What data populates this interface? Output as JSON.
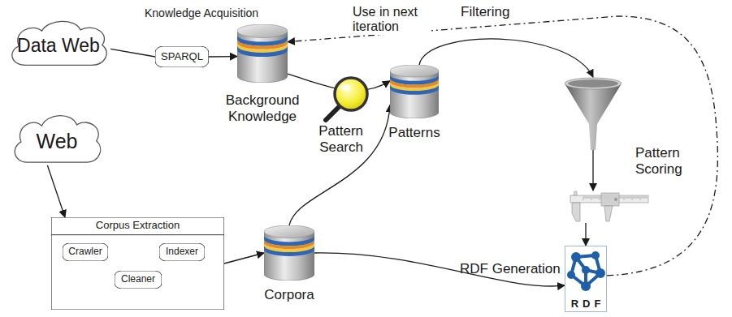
{
  "diagram": {
    "nodes": [
      {
        "text": [
          "Data Web"
        ]
      },
      {
        "text": [
          "SPARQL"
        ]
      },
      {
        "text": [
          "Background Knowledge"
        ]
      },
      {
        "text": [
          "Patterns"
        ]
      },
      {
        "text": [
          "Filtering"
        ]
      },
      {
        "text": [
          "Pattern Scoring"
        ]
      },
      {
        "text": [
          "Web"
        ]
      },
      {
        "text": [
          "Corpus Extraction"
        ]
      },
      {
        "text": [
          "Crawler"
        ],
        "in": 7
      },
      {
        "text": [
          "Indexer"
        ],
        "in": 7
      },
      {
        "text": [
          "Cleaner"
        ],
        "in": 7
      },
      {
        "text": [
          "Corpora"
        ]
      },
      {
        "text": [
          "RDF"
        ]
      }
    ],
    "edges": [
      {
        "from": 0,
        "to": 1,
        "arrow": "none"
      },
      {
        "from": 1,
        "to": 2,
        "arrow": "to"
      },
      {
        "from": 2,
        "to": 3,
        "arrow": "to",
        "label": "Pattern Search"
      },
      {
        "from": 11,
        "to": 3,
        "arrow": "to"
      },
      {
        "from": 3,
        "to": 4,
        "arrow": "to"
      },
      {
        "from": 4,
        "to": 5,
        "arrow": "to"
      },
      {
        "from": 5,
        "to": 12,
        "arrow": "to"
      },
      {
        "from": 6,
        "to": 7,
        "arrow": "to"
      },
      {
        "from": 8,
        "to": 10,
        "arrow": "to"
      },
      {
        "from": 10,
        "to": 9,
        "arrow": "to"
      },
      {
        "from": 7,
        "to": 11,
        "arrow": "to"
      },
      {
        "from": 11,
        "to": 12,
        "arrow": "to",
        "label": "RDF Generation"
      },
      {
        "from": 12,
        "to": 2,
        "arrow": "to",
        "label": "Use in next iteration"
      }
    ],
    "labels": [
      "Knowledge Acquisition"
    ]
  }
}
